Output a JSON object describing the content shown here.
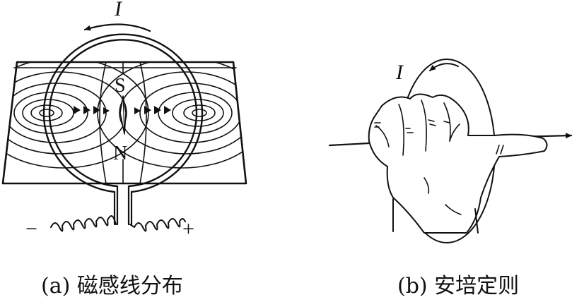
{
  "figure_a": {
    "current_label": "I",
    "south_label": "S",
    "north_label": "N",
    "minus_label": "−",
    "plus_label": "+",
    "caption": "(a) 磁感线分布"
  },
  "figure_b": {
    "current_label": "I",
    "caption": "(b) 安培定则"
  },
  "colors": {
    "ink": "#111111",
    "background": "#ffffff"
  }
}
